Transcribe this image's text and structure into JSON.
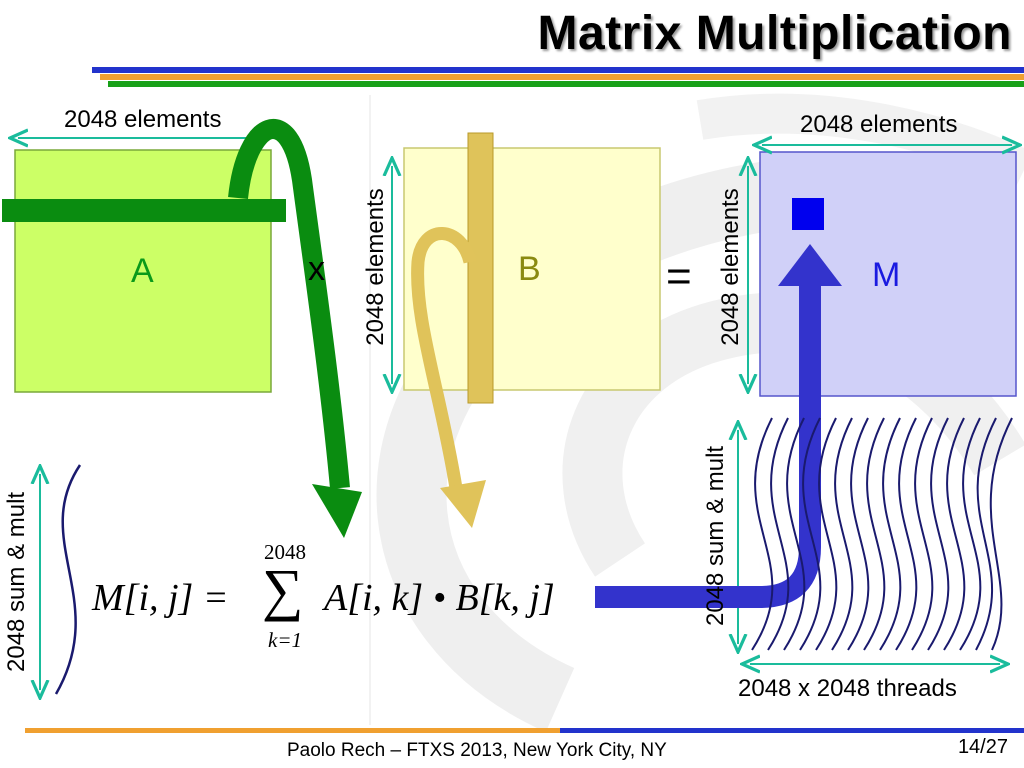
{
  "slide": {
    "title": "Matrix Multiplication",
    "footer": "Paolo Rech – FTXS 2013, New York City, NY",
    "page_number": "14/27"
  },
  "matrices": {
    "a_label": "A",
    "b_label": "B",
    "m_label": "M",
    "times_sign": "x",
    "equals_sign": "=",
    "a_width_label": "2048 elements",
    "b_height_label": "2048 elements",
    "m_width_label": "2048 elements",
    "m_height_label": "2048 elements"
  },
  "formula": {
    "lhs": "M[i, j] =",
    "sum_upper": "2048",
    "sum_symbol": "∑",
    "sum_lower": "k=1",
    "rhs": "A[i, k] • B[k, j]"
  },
  "annotations": {
    "left_sum_mult": "2048 sum & mult",
    "right_sum_mult": "2048 sum & mult",
    "threads": "2048 x 2048 threads"
  },
  "colors": {
    "matrix_a_fill": "#ccff66",
    "matrix_b_fill": "#ffffcc",
    "matrix_m_fill": "#d0d0f8",
    "green_arrow": "#0a8c10",
    "gold_arrow": "#e0c35a",
    "blue_arrow": "#3333cc",
    "dimension_arrow": "#1abc9c",
    "wave_line": "#1a1a6e"
  }
}
